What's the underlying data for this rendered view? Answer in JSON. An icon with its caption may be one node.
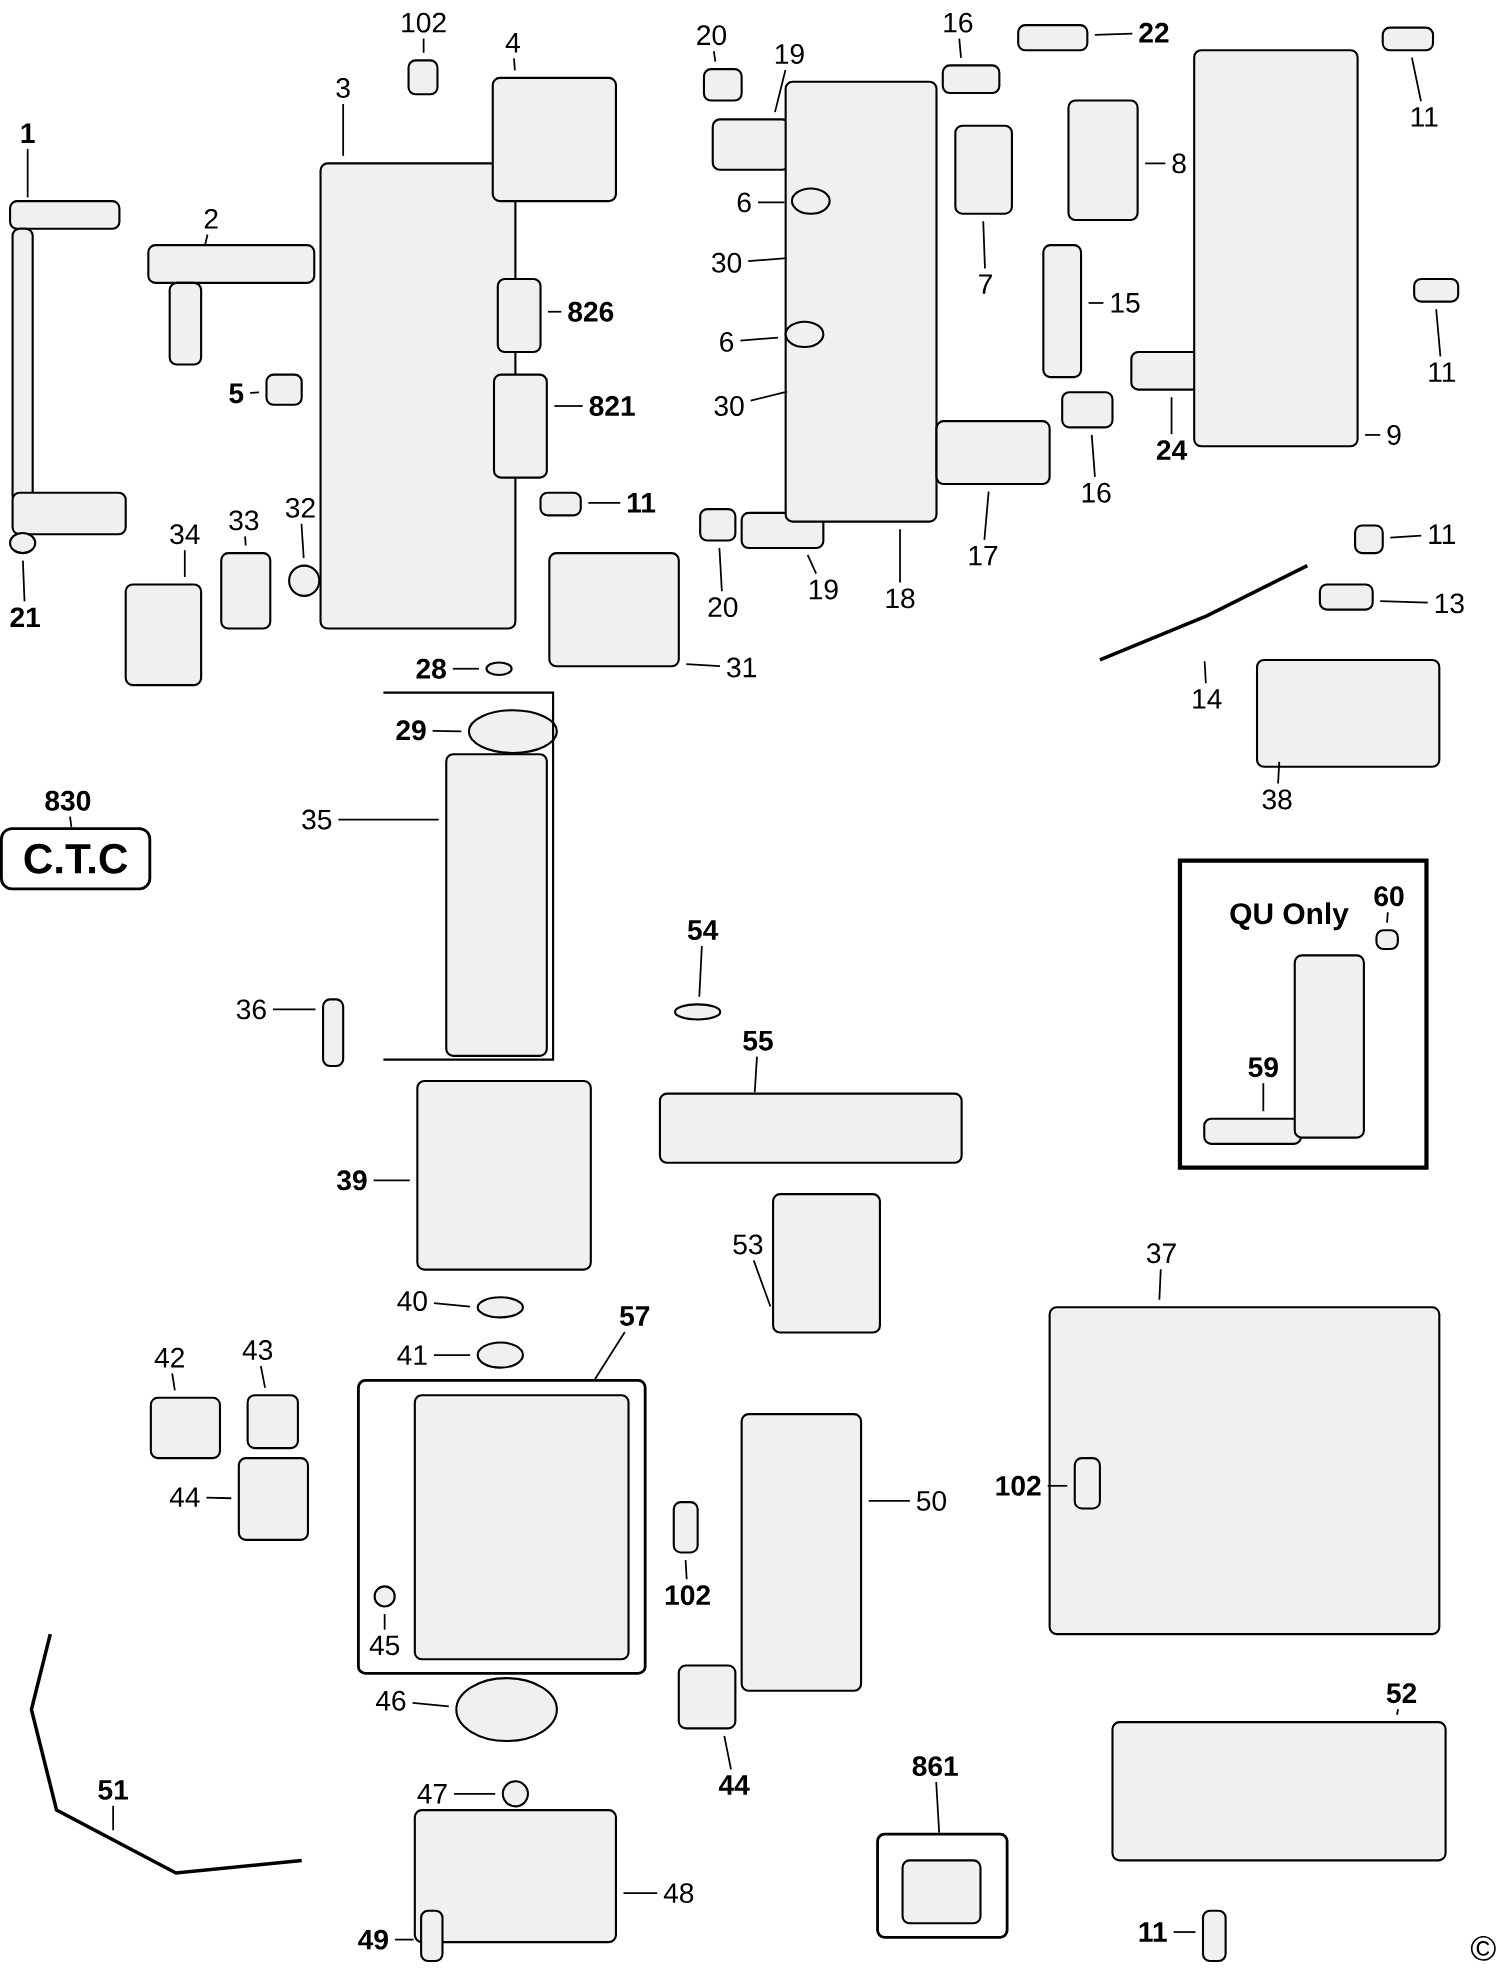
{
  "diagram": {
    "nodes": [
      {
        "text": [
          "1"
        ]
      },
      {
        "text": [
          "2"
        ]
      },
      {
        "text": [
          "3"
        ]
      },
      {
        "text": [
          "102"
        ]
      },
      {
        "text": [
          "4"
        ]
      },
      {
        "text": [
          "20"
        ]
      },
      {
        "text": [
          "19"
        ]
      },
      {
        "text": [
          "16"
        ]
      },
      {
        "text": [
          "22"
        ]
      },
      {
        "text": [
          "11"
        ]
      },
      {
        "text": [
          "6"
        ]
      },
      {
        "text": [
          "30"
        ]
      },
      {
        "text": [
          "7"
        ]
      },
      {
        "text": [
          "8"
        ]
      },
      {
        "text": [
          "826"
        ]
      },
      {
        "text": [
          "5"
        ]
      },
      {
        "text": [
          "821"
        ]
      },
      {
        "text": [
          "6"
        ]
      },
      {
        "text": [
          "30"
        ]
      },
      {
        "text": [
          "15"
        ]
      },
      {
        "text": [
          "11"
        ]
      },
      {
        "text": [
          "24"
        ]
      },
      {
        "text": [
          "9"
        ]
      },
      {
        "text": [
          "16"
        ]
      },
      {
        "text": [
          "11"
        ]
      },
      {
        "text": [
          "21"
        ]
      },
      {
        "text": [
          "34"
        ]
      },
      {
        "text": [
          "33"
        ]
      },
      {
        "text": [
          "32"
        ]
      },
      {
        "text": [
          "20"
        ]
      },
      {
        "text": [
          "19"
        ]
      },
      {
        "text": [
          "18"
        ]
      },
      {
        "text": [
          "17"
        ]
      },
      {
        "text": [
          "11"
        ]
      },
      {
        "text": [
          "13"
        ]
      },
      {
        "text": [
          "14"
        ]
      },
      {
        "text": [
          "38"
        ]
      },
      {
        "text": [
          "28"
        ]
      },
      {
        "text": [
          "31"
        ]
      },
      {
        "text": [
          "29"
        ]
      },
      {
        "text": [
          "830"
        ]
      },
      {
        "text": [
          "C.T.C"
        ]
      },
      {
        "text": [
          "35"
        ]
      },
      {
        "text": [
          "36"
        ]
      },
      {
        "text": [
          "54"
        ]
      },
      {
        "text": [
          "55"
        ]
      },
      {
        "text": [
          "QU Only"
        ]
      },
      {
        "text": [
          "60"
        ],
        "in": 46
      },
      {
        "text": [
          "59"
        ],
        "in": 46
      },
      {
        "text": [
          "39"
        ]
      },
      {
        "text": [
          "53"
        ]
      },
      {
        "text": [
          "37"
        ]
      },
      {
        "text": [
          "40"
        ]
      },
      {
        "text": [
          "41"
        ]
      },
      {
        "text": [
          "57"
        ]
      },
      {
        "text": [],
        "shape": "box"
      },
      {
        "text": [
          "42"
        ]
      },
      {
        "text": [
          "43"
        ]
      },
      {
        "text": [
          "44"
        ]
      },
      {
        "text": [
          "102"
        ]
      },
      {
        "text": [
          "50"
        ]
      },
      {
        "text": [
          "102"
        ]
      },
      {
        "text": [
          "45"
        ],
        "in": 55
      },
      {
        "text": [
          "46"
        ]
      },
      {
        "text": [
          "52"
        ]
      },
      {
        "text": [
          "861"
        ]
      },
      {
        "text": [],
        "shape": "box"
      },
      {
        "text": [
          "44"
        ]
      },
      {
        "text": [
          "51"
        ]
      },
      {
        "text": [
          "47"
        ]
      },
      {
        "text": [
          "48"
        ]
      },
      {
        "text": [
          "49"
        ]
      },
      {
        "text": [
          "11"
        ]
      }
    ],
    "edges": [
      {
        "from": 0,
        "to": null,
        "arrow": "none"
      },
      {
        "from": 1,
        "to": null,
        "arrow": "none"
      },
      {
        "from": 2,
        "to": null,
        "arrow": "none"
      },
      {
        "from": 3,
        "to": null,
        "arrow": "none"
      },
      {
        "from": 4,
        "to": null,
        "arrow": "none"
      },
      {
        "from": 5,
        "to": null,
        "arrow": "none"
      },
      {
        "from": 6,
        "to": null,
        "arrow": "none"
      },
      {
        "from": 7,
        "to": null,
        "arrow": "none"
      },
      {
        "from": 8,
        "to": null,
        "arrow": "none"
      },
      {
        "from": 9,
        "to": null,
        "arrow": "none"
      },
      {
        "from": 10,
        "to": null,
        "arrow": "none"
      },
      {
        "from": 11,
        "to": null,
        "arrow": "none"
      },
      {
        "from": 12,
        "to": null,
        "arrow": "none"
      },
      {
        "from": 13,
        "to": null,
        "arrow": "none"
      },
      {
        "from": 14,
        "to": null,
        "arrow": "none"
      },
      {
        "from": 15,
        "to": null,
        "arrow": "none"
      },
      {
        "from": 16,
        "to": null,
        "arrow": "none"
      },
      {
        "from": 17,
        "to": null,
        "arrow": "none"
      },
      {
        "from": 18,
        "to": null,
        "arrow": "none"
      },
      {
        "from": 19,
        "to": null,
        "arrow": "none"
      },
      {
        "from": 20,
        "to": null,
        "arrow": "none"
      },
      {
        "from": 21,
        "to": null,
        "arrow": "none"
      },
      {
        "from": 22,
        "to": null,
        "arrow": "none"
      },
      {
        "from": 23,
        "to": null,
        "arrow": "none"
      },
      {
        "from": 24,
        "to": null,
        "arrow": "none"
      },
      {
        "from": 25,
        "to": null,
        "arrow": "none"
      },
      {
        "from": 26,
        "to": null,
        "arrow": "none"
      },
      {
        "from": 27,
        "to": null,
        "arrow": "none"
      },
      {
        "from": 28,
        "to": null,
        "arrow": "none"
      },
      {
        "from": 29,
        "to": null,
        "arrow": "none"
      },
      {
        "from": 30,
        "to": null,
        "arrow": "none"
      },
      {
        "from": 31,
        "to": null,
        "arrow": "none"
      },
      {
        "from": 32,
        "to": null,
        "arrow": "none"
      },
      {
        "from": 33,
        "to": null,
        "arrow": "none"
      },
      {
        "from": 34,
        "to": null,
        "arrow": "none"
      },
      {
        "from": 35,
        "to": null,
        "arrow": "none"
      },
      {
        "from": 36,
        "to": null,
        "arrow": "none"
      },
      {
        "from": 37,
        "to": null,
        "arrow": "none"
      },
      {
        "from": 38,
        "to": null,
        "arrow": "none"
      },
      {
        "from": 39,
        "to": null,
        "arrow": "none"
      },
      {
        "from": 40,
        "to": 41,
        "arrow": "none"
      },
      {
        "from": 42,
        "to": null,
        "arrow": "none"
      },
      {
        "from": 43,
        "to": null,
        "arrow": "none"
      },
      {
        "from": 44,
        "to": null,
        "arrow": "none"
      },
      {
        "from": 45,
        "to": null,
        "arrow": "none"
      },
      {
        "from": 47,
        "to": null,
        "arrow": "none"
      },
      {
        "from": 48,
        "to": null,
        "arrow": "none"
      },
      {
        "from": 49,
        "to": null,
        "arrow": "none"
      },
      {
        "from": 50,
        "to": null,
        "arrow": "none"
      },
      {
        "from": 51,
        "to": null,
        "arrow": "none"
      },
      {
        "from": 52,
        "to": null,
        "arrow": "none"
      },
      {
        "from": 53,
        "to": null,
        "arrow": "none"
      },
      {
        "from": 54,
        "to": 55,
        "arrow": "none"
      },
      {
        "from": 56,
        "to": null,
        "arrow": "none"
      },
      {
        "from": 57,
        "to": null,
        "arrow": "none"
      },
      {
        "from": 58,
        "to": null,
        "arrow": "none"
      },
      {
        "from": 59,
        "to": null,
        "arrow": "none"
      },
      {
        "from": 60,
        "to": null,
        "arrow": "none"
      },
      {
        "from": 61,
        "to": null,
        "arrow": "none"
      },
      {
        "from": 62,
        "to": null,
        "arrow": "none"
      },
      {
        "from": 63,
        "to": null,
        "arrow": "none"
      },
      {
        "from": 64,
        "to": null,
        "arrow": "none"
      },
      {
        "from": 65,
        "to": 66,
        "arrow": "none"
      },
      {
        "from": 67,
        "to": null,
        "arrow": "none"
      },
      {
        "from": 68,
        "to": null,
        "arrow": "none"
      },
      {
        "from": 69,
        "to": null,
        "arrow": "none"
      },
      {
        "from": 70,
        "to": null,
        "arrow": "none"
      },
      {
        "from": 71,
        "to": null,
        "arrow": "none"
      },
      {
        "from": 72,
        "to": null,
        "arrow": "none"
      }
    ],
    "labels": [
      "©"
    ]
  }
}
